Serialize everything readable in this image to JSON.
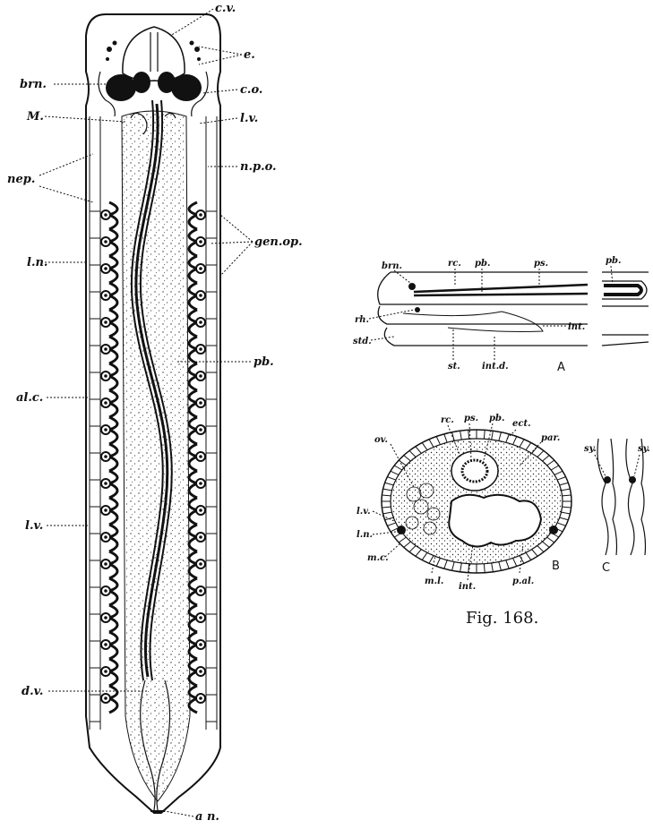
{
  "figure": {
    "caption": "Fig. 168.",
    "panels": {
      "a": "A",
      "b": "B",
      "c": "C"
    }
  },
  "main_labels": {
    "cv": "c.v.",
    "e": "e.",
    "brn": "brn.",
    "co": "c.o.",
    "m": "M.",
    "lv_top": "l.v.",
    "nep": "nep.",
    "npo": "n.p.o.",
    "genop": "gen.op.",
    "ln": "l.n.",
    "pb": "pb.",
    "alc": "al.c.",
    "lv_mid": "l.v.",
    "dv": "d.v.",
    "an": "a n."
  },
  "panel_a_labels": {
    "brn": "brn.",
    "rc": "rc.",
    "pb": "pb.",
    "ps": "ps.",
    "pb2": "pb.",
    "rh": "rh.",
    "int": "int.",
    "std": "std.",
    "st": "st.",
    "intd": "int.d."
  },
  "panel_b_labels": {
    "rc": "rc.",
    "ps": "ps.",
    "pb": "pb.",
    "ect": "ect.",
    "ov": "ov.",
    "par": "par.",
    "lv": "l.v.",
    "ln": "l.n.",
    "mc": "m.c.",
    "ml": "m.l.",
    "int": "int.",
    "pal": "p.al."
  },
  "panel_c_labels": {
    "sy_left": "sy.",
    "sy_right": "sy."
  }
}
